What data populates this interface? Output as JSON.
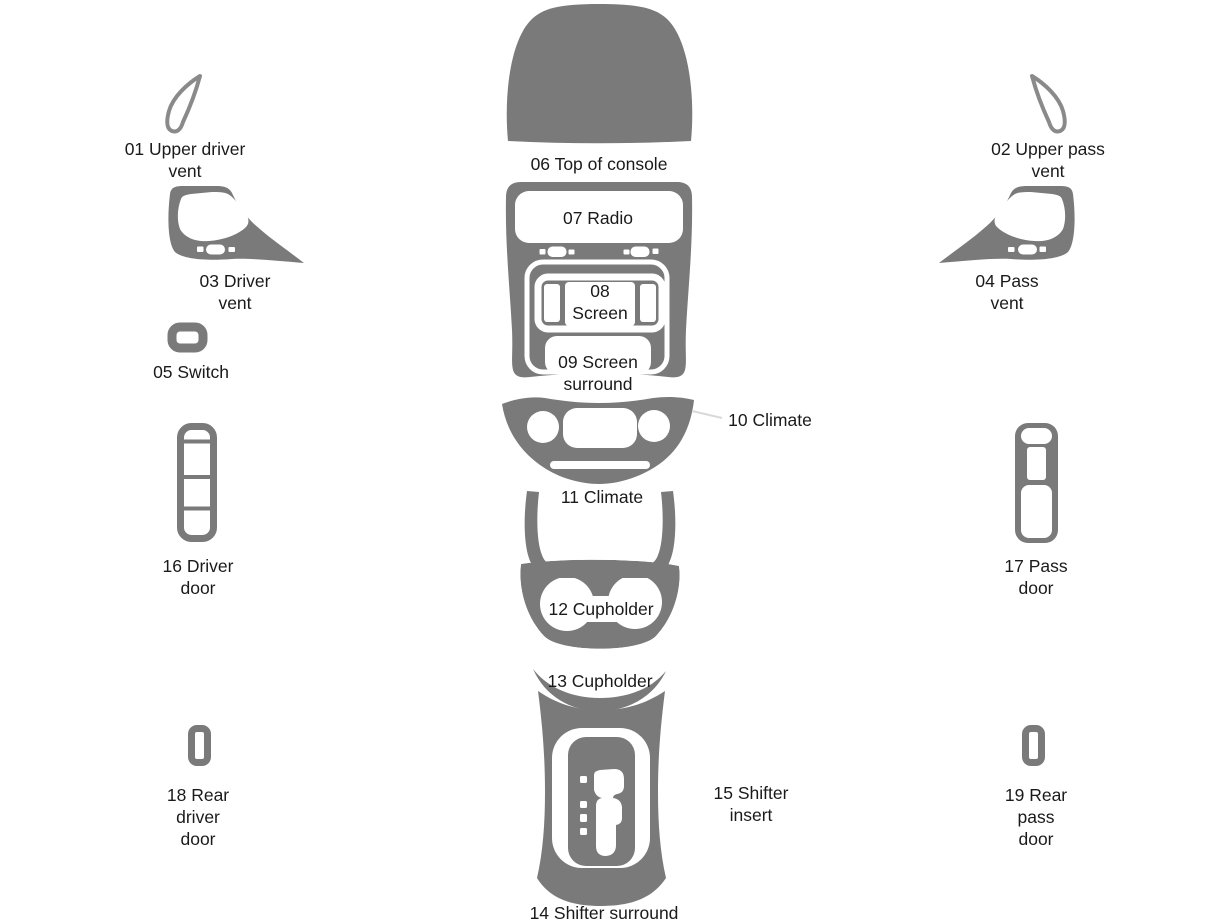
{
  "diagram": {
    "kind": "dash-trim-kit-parts-diagram",
    "colors": {
      "shape": "#7a7a7a",
      "outline": "#8a8a8a",
      "background": "#ffffff",
      "text": "#1a1a1a",
      "leader": "#d9d9d9"
    },
    "parts": [
      {
        "id": "01",
        "label": "01 Upper driver\nvent"
      },
      {
        "id": "02",
        "label": "02 Upper pass\nvent"
      },
      {
        "id": "03",
        "label": "03 Driver\nvent"
      },
      {
        "id": "04",
        "label": "04 Pass\nvent"
      },
      {
        "id": "05",
        "label": "05 Switch"
      },
      {
        "id": "06",
        "label": "06 Top of console"
      },
      {
        "id": "07",
        "label": "07 Radio"
      },
      {
        "id": "08",
        "label": "08\nScreen"
      },
      {
        "id": "09",
        "label": "09 Screen\nsurround"
      },
      {
        "id": "10",
        "label": "10 Climate"
      },
      {
        "id": "11",
        "label": "11 Climate"
      },
      {
        "id": "12",
        "label": "12 Cupholder"
      },
      {
        "id": "13",
        "label": "13 Cupholder"
      },
      {
        "id": "14",
        "label": "14 Shifter surround"
      },
      {
        "id": "15",
        "label": "15 Shifter\ninsert"
      },
      {
        "id": "16",
        "label": "16 Driver\ndoor"
      },
      {
        "id": "17",
        "label": "17 Pass\ndoor"
      },
      {
        "id": "18",
        "label": "18 Rear\ndriver\ndoor"
      },
      {
        "id": "19",
        "label": "19 Rear\npass\ndoor"
      }
    ]
  }
}
